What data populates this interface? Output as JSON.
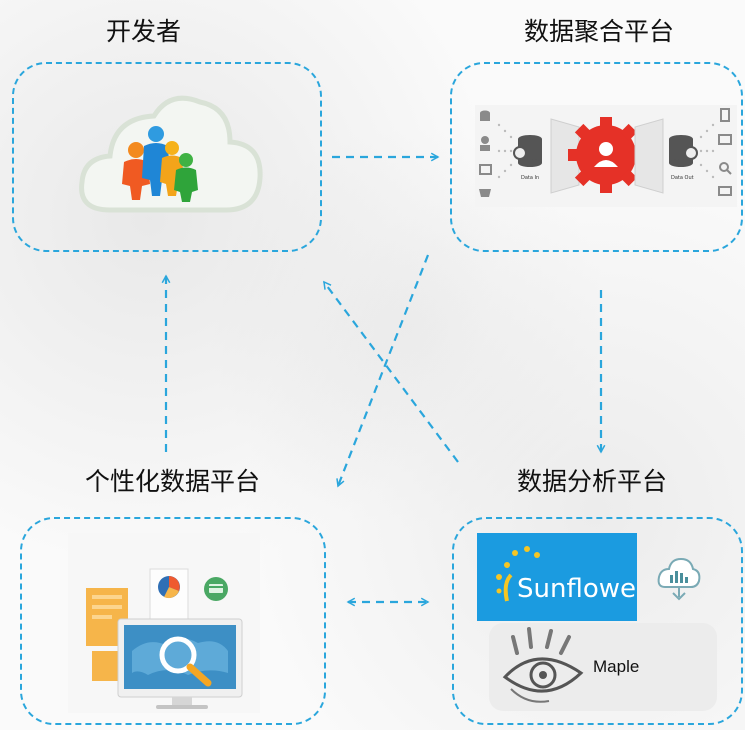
{
  "nodes": {
    "developer": {
      "label": "开发者"
    },
    "aggregation": {
      "label": "数据聚合平台",
      "data_in": "Data In",
      "data_out": "Data Out"
    },
    "analysis": {
      "label": "数据分析平台",
      "sunflower": "Sunflower",
      "maple": "Maple"
    },
    "personal": {
      "label": "个性化数据平台"
    }
  },
  "colors": {
    "dashed_line": "#2aa6dc",
    "sunflower_bg": "#1b9be0",
    "gear_red": "#e53127"
  }
}
